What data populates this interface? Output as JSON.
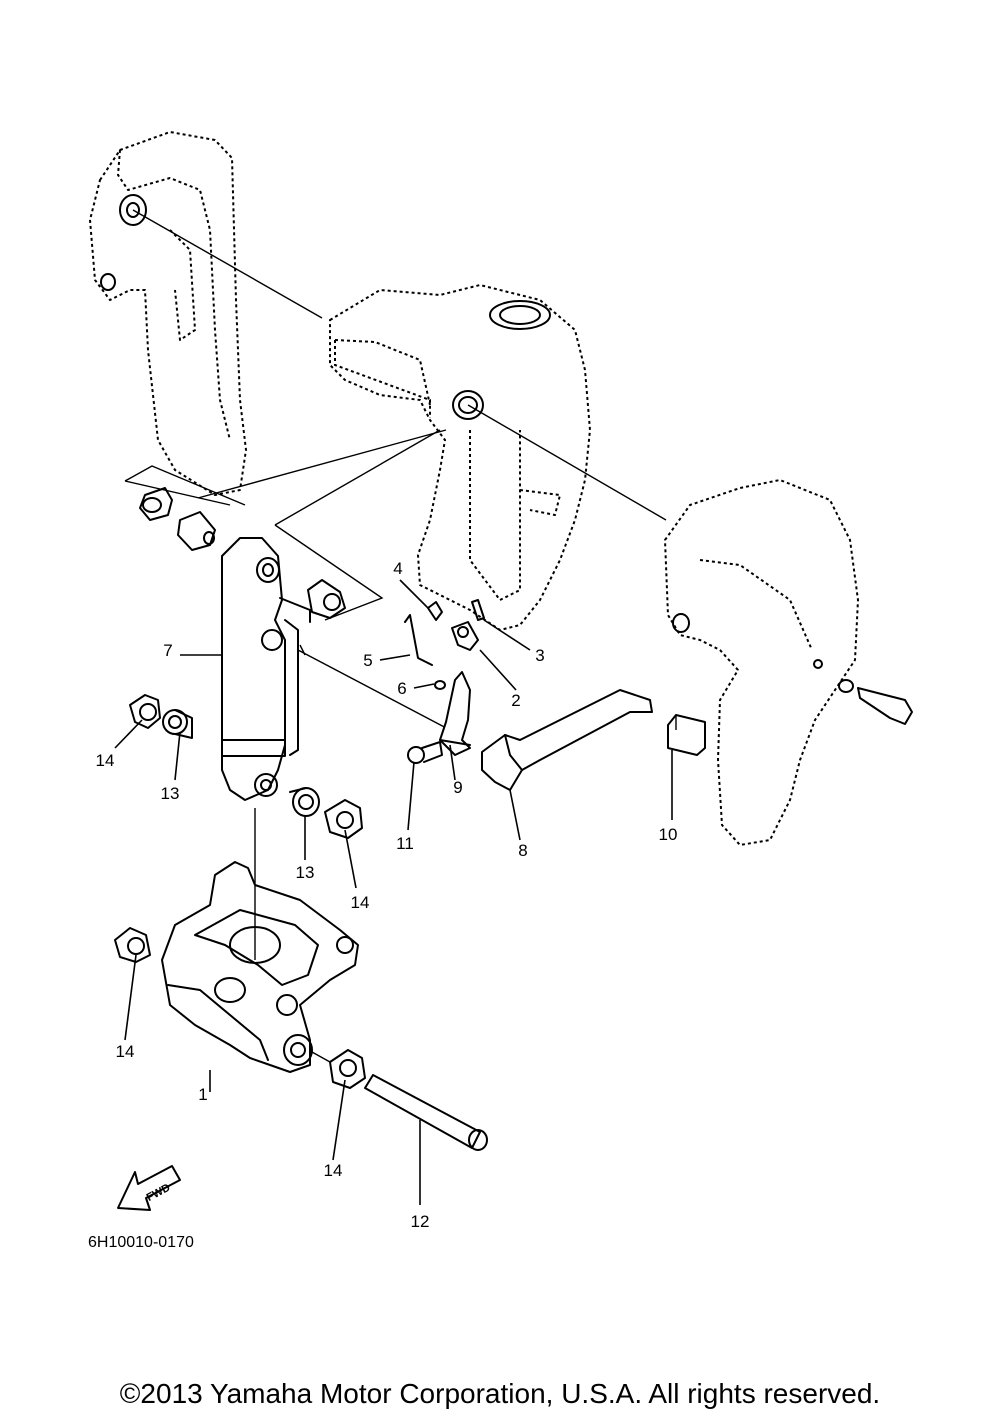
{
  "diagram": {
    "callouts": [
      {
        "id": "c1",
        "label": "1"
      },
      {
        "id": "c2",
        "label": "2"
      },
      {
        "id": "c3",
        "label": "3"
      },
      {
        "id": "c4",
        "label": "4"
      },
      {
        "id": "c5",
        "label": "5"
      },
      {
        "id": "c6",
        "label": "6"
      },
      {
        "id": "c7",
        "label": "7"
      },
      {
        "id": "c8",
        "label": "8"
      },
      {
        "id": "c9",
        "label": "9"
      },
      {
        "id": "c10",
        "label": "10"
      },
      {
        "id": "c11",
        "label": "11"
      },
      {
        "id": "c12",
        "label": "12"
      },
      {
        "id": "c13a",
        "label": "13"
      },
      {
        "id": "c13b",
        "label": "13"
      },
      {
        "id": "c14a",
        "label": "14"
      },
      {
        "id": "c14b",
        "label": "14"
      },
      {
        "id": "c14c",
        "label": "14"
      },
      {
        "id": "c14d",
        "label": "14"
      }
    ],
    "fwd_label": "FWD",
    "drawing_code": "6H10010-0170"
  },
  "copyright": "©2013 Yamaha Motor Corporation, U.S.A. All rights reserved."
}
